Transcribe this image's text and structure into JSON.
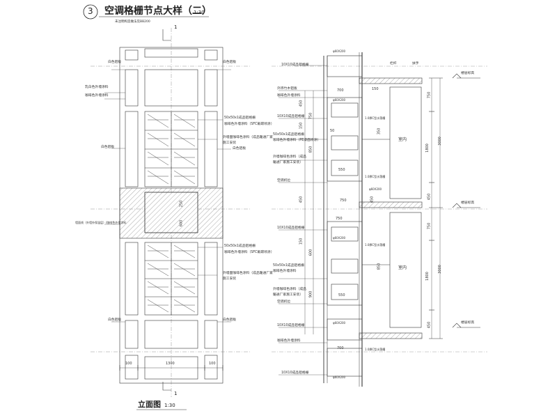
{
  "title": {
    "number": "3",
    "text": "空调格栅节点大样（二）",
    "scale": "1:30",
    "subnote": "未注明构造做法见BB200"
  },
  "elevation": {
    "label": "立面图",
    "scale": "1:30",
    "section_mark": "1",
    "labels": {
      "left_top": "白色铝板",
      "left_mid1": "乳白色外墙涂料",
      "left_mid2": "咖啡色外墙涂料",
      "left_mid3": "白色铝板",
      "left_band": "墙面线（外墙外保温层）/咖啡色外墙涂料",
      "left_bottom": "白色铝板",
      "right_top": "白色铝板",
      "right_mid_a": "50x50x1成品铝格栅",
      "right_mid_b": "咖啡色外墙涂料（SFC氟碳喷涂）",
      "right_mid_c": "外墙面咖啡色涂料（成品暖通厂家",
      "right_mid_d": "施工安装",
      "right_white": "白色铝板",
      "right_bottom": "白色铝板"
    },
    "dims": {
      "bottom_left": "100",
      "bottom_mid": "1300",
      "bottom_right": "100",
      "mid_a": "250",
      "mid_b": "600"
    }
  },
  "section": {
    "labels": {
      "top1": "10X10成品铝格栅",
      "top2": "外饰竹木铝板",
      "top3": "咖啡色外墙涂料",
      "mid1": "10X10成品铝格栅",
      "mid2": "50x50x1成品铝格栅",
      "mid3": "咖啡色外墙涂料（PE漆面喷涂）",
      "mid4": "外墙咖啡色涂料（成品",
      "mid5": "暖通厂家施工安装）",
      "mid6": "空调机位",
      "mid7": "10X10成品铝格栅",
      "low1": "50x50x1成品铝格栅",
      "low2": "咖啡色外墙涂料",
      "low3": "外墙咖啡色涂料（成品",
      "low4": "暖通厂家施工安装）",
      "low5": "空调机位",
      "low6": "10X10成品铝格栅",
      "low7": "咖啡色外墙涂料",
      "bottom1": "10X10成品铝格栅",
      "r_top1": "栏杆",
      "r_top2": "扶手",
      "r_room1": "室内",
      "r_room2": "室内",
      "r_floor1": "楼层标高",
      "r_floor2": "楼层标高",
      "r_floor3": "楼层标高",
      "r_drain1": "1.0厚C型水落槽",
      "r_drain2": "1.0厚C型水落槽",
      "r_drain3": "1.0厚C型水落槽",
      "r_drain4": "1.0厚C型水落槽",
      "pipe1": "φ60X200",
      "pipe2": "φ60X200",
      "pipe3": "φ60X200",
      "pipe4": "φ60X200",
      "pipe5": "φ60X200",
      "pipe6": "φ60X200"
    },
    "dims": {
      "w700a": "700",
      "w700b": "700",
      "w550a": "550",
      "w550b": "550",
      "w50": "50",
      "w750a": "750",
      "w750b": "750",
      "h750a": "750",
      "h750b": "750",
      "h1800a": "1800",
      "h1800b": "1800",
      "h450a": "450",
      "h450b": "450",
      "h3000a": "3000",
      "h3000b": "3000",
      "l450a": "450",
      "l450b": "450",
      "l150a": "150",
      "l150b": "150",
      "l750": "750",
      "l850": "850",
      "l600": "600",
      "l900": "900",
      "r150": "150",
      "r450": "450",
      "r350": "350",
      "r850": "850"
    }
  }
}
